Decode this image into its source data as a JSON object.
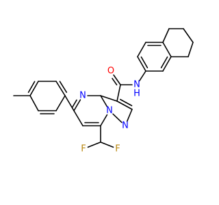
{
  "atoms": [
    {
      "id": "o1",
      "text": "O",
      "color": "#ff0000"
    },
    {
      "id": "nh",
      "text": "N",
      "color": "#0000ff"
    },
    {
      "id": "h",
      "text": "H",
      "color": "#0000ff"
    },
    {
      "id": "n4",
      "text": "N",
      "color": "#0000ff"
    },
    {
      "id": "n7a",
      "text": "N",
      "color": "#0000ff"
    },
    {
      "id": "n1",
      "text": "N",
      "color": "#0000ff"
    },
    {
      "id": "f1",
      "text": "F",
      "color": "#b8860b"
    },
    {
      "id": "f2",
      "text": "F",
      "color": "#b8860b"
    }
  ],
  "colors": {
    "bond": "#000000",
    "oxygen": "#ff0000",
    "nitrogen": "#0000ff",
    "fluorine": "#b8860b"
  }
}
